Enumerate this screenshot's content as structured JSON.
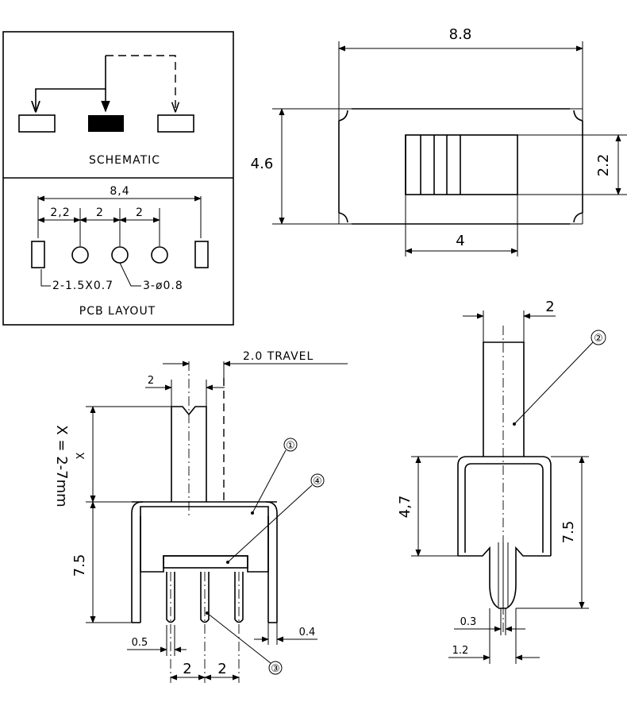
{
  "schematic": {
    "label": "SCHEMATIC"
  },
  "pcb": {
    "label": "PCB LAYOUT",
    "overall_width": "8,4",
    "pitch_edge": "2,2",
    "pitch_a": "2",
    "pitch_b": "2",
    "slot_note": "2-1.5X0.7",
    "hole_note": "3-ø0.8"
  },
  "top_view": {
    "length": "8.8",
    "height": "4.6",
    "actuator_width": "2.2",
    "slider_length": "4"
  },
  "front_view": {
    "actuator_width": "2",
    "travel": "2.0 TRAVEL",
    "x_label": "X",
    "x_note": "X = 2-7mm",
    "body_height": "7.5",
    "pin_width": "0.5",
    "tab_thickness": "0.4",
    "pin_pitch_a": "2",
    "pin_pitch_b": "2",
    "callouts": [
      "①",
      "④",
      "③"
    ]
  },
  "side_view": {
    "actuator_width": "2",
    "housing_height": "4,7",
    "total_height": "7.5",
    "pin_thickness": "0.3",
    "pin_width": "1.2",
    "callout": "②"
  }
}
